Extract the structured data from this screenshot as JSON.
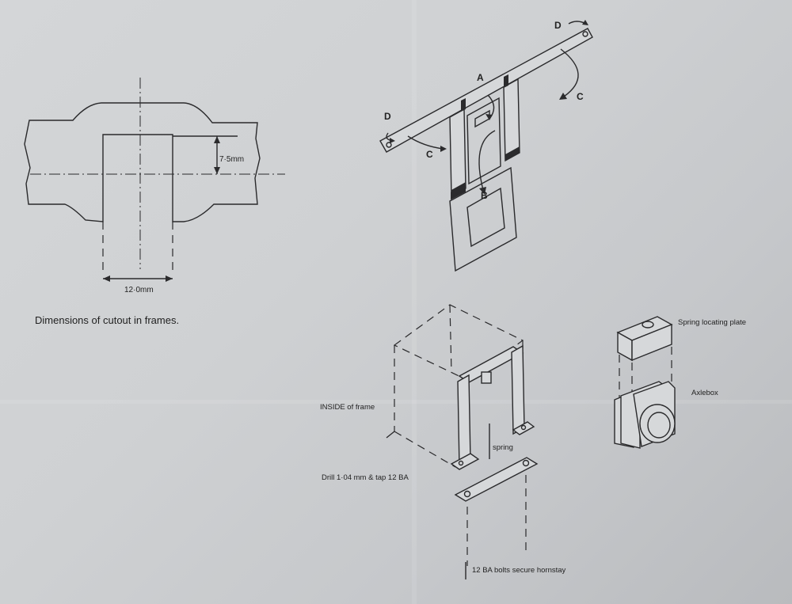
{
  "labels": {
    "dim_height": "7·5mm",
    "dim_width": "12·0mm",
    "caption_cutout": "Dimensions of cutout in frames.",
    "letter_a": "A",
    "letter_b": "B",
    "letter_c_left": "C",
    "letter_c_right": "C",
    "letter_d_left": "D",
    "letter_d_right": "D",
    "spring_plate": "Spring locating plate",
    "axlebox": "Axlebox",
    "inside_frame": "INSIDE of frame",
    "spring": "spring",
    "drill": "Drill 1·04 mm & tap 12 BA",
    "bolts": "12 BA bolts secure hornstay"
  }
}
